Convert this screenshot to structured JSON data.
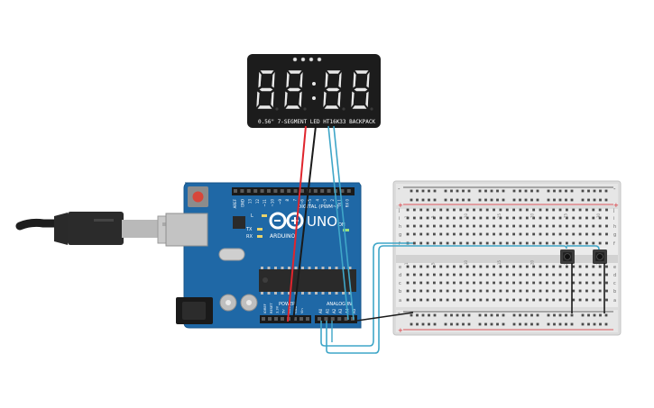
{
  "display": {
    "digits": [
      "8",
      "8",
      "8",
      "8"
    ],
    "label": "0.56\" 7-SEGMENT LED HT16K33 BACKPACK"
  },
  "arduino": {
    "logo_text": "UNO",
    "brand": "ARDUINO",
    "digital_label": "DIGITAL (PWM~)",
    "analog_label": "ANALOG IN",
    "power_label": "POWER",
    "led_labels": [
      "L",
      "TX",
      "RX",
      "ON"
    ],
    "analog_pins": [
      "A0",
      "A1",
      "A2",
      "A3",
      "A4",
      "A5"
    ],
    "power_pins": [
      "IOREF",
      "RESET",
      "3.3V",
      "5V",
      "GND",
      "GND",
      "Vin"
    ],
    "digital_pins": [
      "AREF",
      "GND",
      "13",
      "12",
      "~11",
      "~10",
      "~9",
      "8",
      "7",
      "~6",
      "~5",
      "4",
      "~3",
      "2",
      "TX 1",
      "RX 0"
    ]
  },
  "breadboard": {
    "row_letters_top": [
      "j",
      "i",
      "h",
      "g",
      "f"
    ],
    "row_letters_bottom": [
      "e",
      "d",
      "c",
      "b",
      "a"
    ],
    "rail_signs": [
      "-",
      "+"
    ],
    "column_numbers": [
      "1",
      "5",
      "10",
      "15",
      "20",
      "25",
      "30"
    ]
  },
  "colors": {
    "pcb": "#1f68a6",
    "display_body": "#1c1c1c",
    "segment": "#e9e9e9",
    "wire_red": "#e0252d",
    "wire_black": "#1a1a1a",
    "wire_blue": "#3fa6c8",
    "breadboard": "#e4e4e4",
    "usb": "#2b2b2b"
  },
  "components": {
    "buttons": [
      "pushbutton-1",
      "pushbutton-2"
    ]
  }
}
